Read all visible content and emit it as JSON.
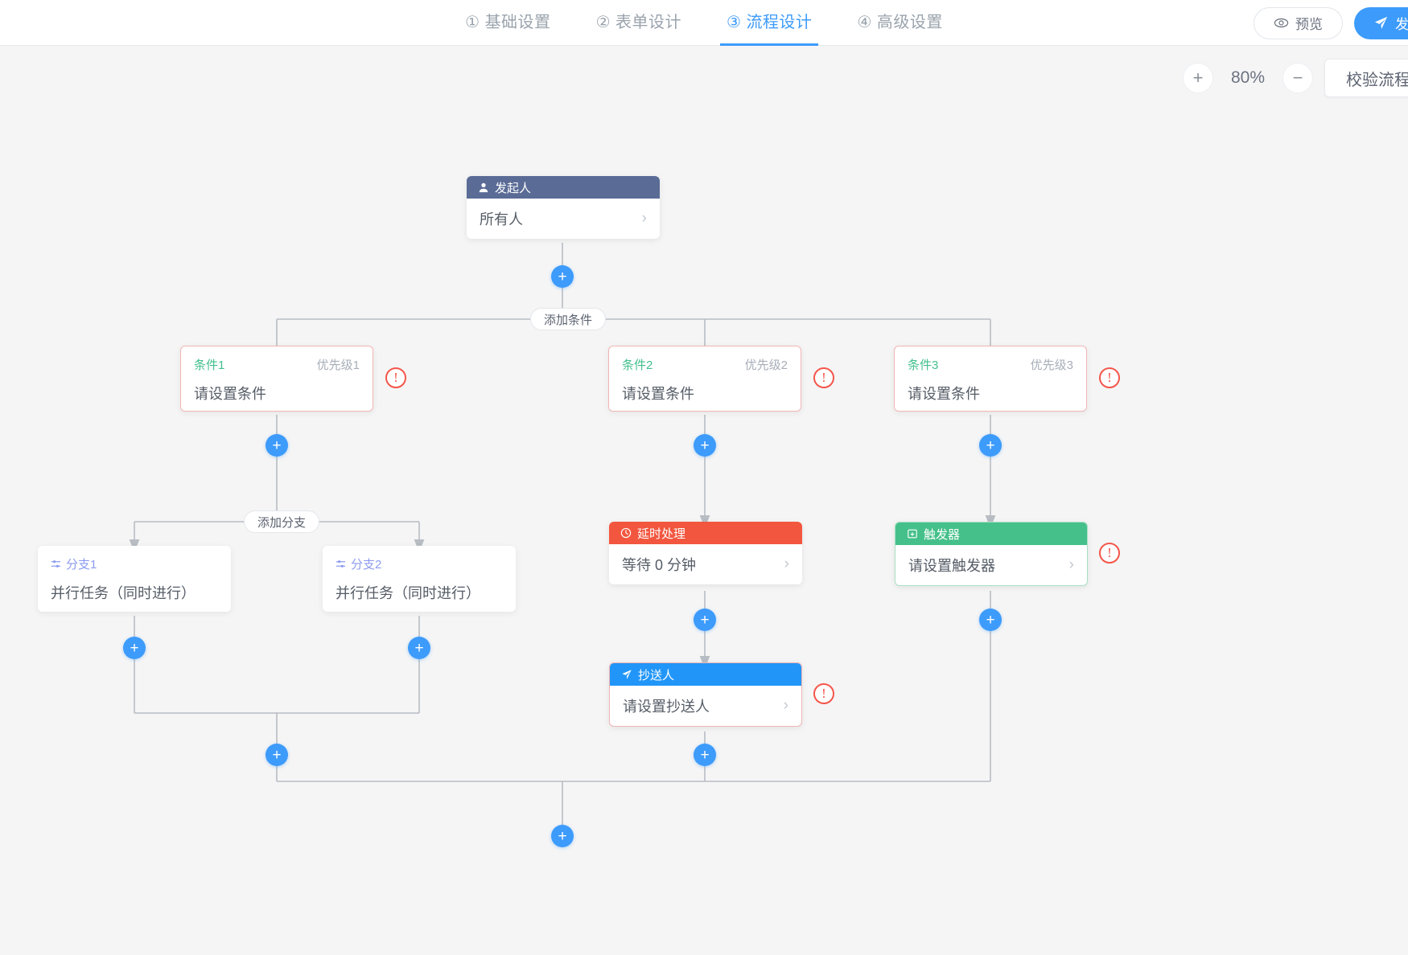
{
  "header": {
    "tabs": [
      {
        "num": "①",
        "label": "基础设置",
        "active": false
      },
      {
        "num": "②",
        "label": "表单设计",
        "active": false
      },
      {
        "num": "③",
        "label": "流程设计",
        "active": true
      },
      {
        "num": "④",
        "label": "高级设置",
        "active": false
      }
    ],
    "preview_label": "预览",
    "publish_label": "发布"
  },
  "toolbar": {
    "zoom_in": "+",
    "zoom_level": "80%",
    "zoom_out": "−",
    "validate_label": "校验流程"
  },
  "flow": {
    "initiator": {
      "title": "发起人",
      "value": "所有人"
    },
    "add_condition_label": "添加条件",
    "add_branch_label": "添加分支",
    "conditions": [
      {
        "name": "条件1",
        "priority": "优先级1",
        "text": "请设置条件"
      },
      {
        "name": "条件2",
        "priority": "优先级2",
        "text": "请设置条件"
      },
      {
        "name": "条件3",
        "priority": "优先级3",
        "text": "请设置条件"
      }
    ],
    "branches": [
      {
        "name": "分支1",
        "text": "并行任务（同时进行）"
      },
      {
        "name": "分支2",
        "text": "并行任务（同时进行）"
      }
    ],
    "delay": {
      "title": "延时处理",
      "value": "等待 0 分钟"
    },
    "trigger": {
      "title": "触发器",
      "value": "请设置触发器"
    },
    "cc": {
      "title": "抄送人",
      "value": "请设置抄送人"
    },
    "plus_label": "+",
    "error_mark": "!"
  },
  "colors": {
    "accent": "#3d9bfb",
    "initiator": "#5a6b96",
    "delay": "#f2563f",
    "trigger": "#45c08a",
    "cc": "#2196f8",
    "error": "#f4564a",
    "condition_name": "#43c08d",
    "branch_name": "#8c9bf0"
  }
}
